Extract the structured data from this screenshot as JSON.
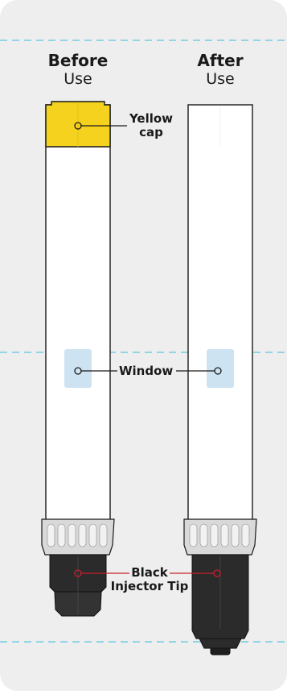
{
  "headers": {
    "before_bold": "Before",
    "before_light": "Use",
    "after_bold": "After",
    "after_light": "Use"
  },
  "labels": {
    "cap_line1": "Yellow",
    "cap_line2": "cap",
    "window": "Window",
    "tip_line1": "Black",
    "tip_line2": "Injector Tip"
  },
  "colors": {
    "background": "#eeeeee",
    "yellow_cap": "#f5d21e",
    "window": "#cde3f1",
    "tip": "#2b2b2b",
    "grip": "#d9d9d9",
    "callout_black": "#1a1a1a",
    "callout_red": "#cc1e2c",
    "dashed_divider": "#5bc8e0"
  }
}
